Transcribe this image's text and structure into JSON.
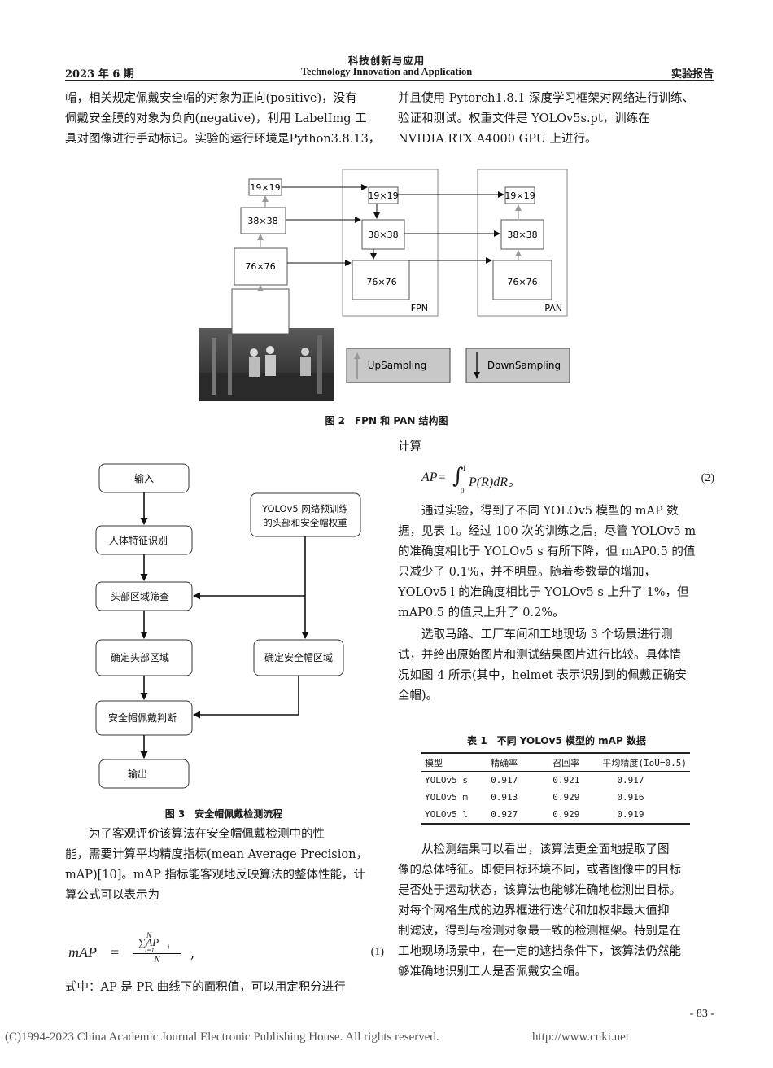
{
  "header": {
    "journal_cn": "科技创新与应用",
    "date": "2023 年 6 期",
    "journal_en": "Technology Innovation and Application",
    "section": "实验报告"
  },
  "left_top": {
    "lines": [
      "帽，相关规定佩戴安全帽的对象为正向(positive)，没有",
      "佩戴安全膜的对象为负向(negative)，利用 LabelImg 工",
      "具对图像进行手动标记。实验的运行环境是Python3.8.13，"
    ]
  },
  "right_top": {
    "lines": [
      "并且使用 Pytorch1.8.1 深度学习框架对网络进行训练、",
      "验证和测试。权重文件是 YOLOv5s.pt，训练在",
      "NVIDIA RTX A4000 GPU 上进行。"
    ]
  },
  "fig2": {
    "caption": "图 2　FPN 和 PAN 结构图",
    "backbone": [
      "19×19",
      "38×38",
      "76×76"
    ],
    "fpn": [
      "19×19",
      "38×38",
      "76×76"
    ],
    "pan": [
      "19×19",
      "38×38",
      "76×76"
    ],
    "fpn_label": "FPN",
    "pan_label": "PAN",
    "legend_up": "UpSampling",
    "legend_down": "DownSampling"
  },
  "fig3": {
    "caption": "图 3　安全帽佩戴检测流程",
    "input": "输入",
    "human": "人体特征识别",
    "head_filter": "头部区域筛查",
    "head_region": "确定头部区域",
    "judge": "安全帽佩戴判断",
    "output": "输出",
    "pretrain_1": "YOLOv5 网络预训练",
    "pretrain_2": "的头部和安全帽权重",
    "helmet_region": "确定安全帽区域"
  },
  "left_bottom": {
    "lines": [
      "为了客观评价该算法在安全帽佩戴检测中的性",
      "能，需要计算平均精度指标(mean Average Precision，",
      "mAP)[10]。mAP 指标能客观地反映算法的整体性能，计",
      "算公式可以表示为"
    ],
    "eq1_lhs": "mAP",
    "eq1_num": "∑AP",
    "eq1_sum_top": "N",
    "eq1_sum_bot": "i=1",
    "eq1_sub": "i",
    "eq1_den": "N",
    "eq1_no": "(1)",
    "after_eq": "式中：AP 是 PR 曲线下的面积值，可以用定积分进行"
  },
  "right_mid": {
    "calc": "计算",
    "eq2_lhs": "AP=",
    "eq2_int_top": "1",
    "eq2_int_bot": "0",
    "eq2_body": "P(R)dR。",
    "eq2_no": "(2)",
    "para1": [
      "通过实验，得到了不同 YOLOv5 模型的 mAP 数",
      "据，见表 1。经过 100 次的训练之后，尽管 YOLOv5 m",
      "的准确度相比于 YOLOv5 s 有所下降，但 mAP0.5 的值",
      "只减少了 0.1%，并不明显。随着参数量的增加，",
      "YOLOv5 l 的准确度相比于 YOLOv5 s 上升了 1%，但",
      "mAP0.5 的值只上升了 0.2%。"
    ],
    "para2": [
      "选取马路、工厂车间和工地现场 3 个场景进行测",
      "试，并给出原始图片和测试结果图片进行比较。具体情",
      "况如图 4 所示(其中，helmet 表示识别到的佩戴正确安",
      "全帽)。"
    ]
  },
  "table1": {
    "caption": "表 1　不同 YOLOv5 模型的 mAP 数据",
    "headers": [
      "模型",
      "精确率",
      "召回率",
      "平均精度(IoU=0.5)"
    ],
    "rows": [
      [
        "YOLOv5 s",
        "0.917",
        "0.921",
        "0.917"
      ],
      [
        "YOLOv5 m",
        "0.913",
        "0.929",
        "0.916"
      ],
      [
        "YOLOv5 l",
        "0.927",
        "0.929",
        "0.919"
      ]
    ]
  },
  "right_bottom": {
    "lines": [
      "从检测结果可以看出，该算法更全面地提取了图",
      "像的总体特征。即使目标环境不同，或者图像中的目标",
      "是否处于运动状态，该算法也能够准确地检测出目标。",
      "对每个网格生成的边界框进行迭代和加权非最大值抑",
      "制滤波，得到与检测对象最一致的检测框架。特别是在",
      "工地现场场景中，在一定的遮挡条件下，该算法仍然能",
      "够准确地识别工人是否佩戴安全帽。"
    ]
  },
  "page_number": "- 83 -",
  "footer": {
    "copyright": "(C)1994-2023 China Academic Journal Electronic Publishing House. All rights reserved.",
    "url": "http://www.cnki.net"
  }
}
